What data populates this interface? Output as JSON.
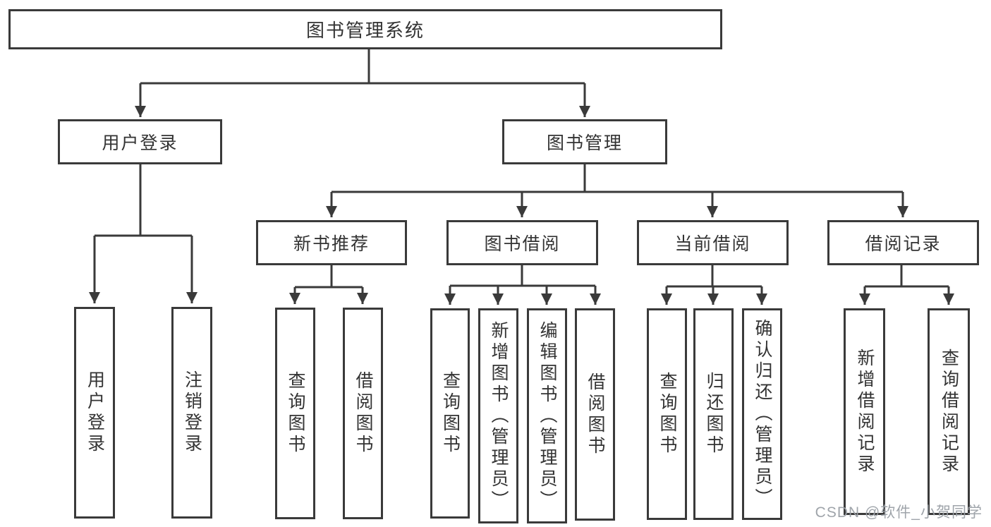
{
  "diagram": {
    "root": {
      "label": "图书管理系统"
    },
    "level2": [
      {
        "label": "用户登录"
      },
      {
        "label": "图书管理"
      }
    ],
    "level3": [
      {
        "label": "新书推荐"
      },
      {
        "label": "图书借阅"
      },
      {
        "label": "当前借阅"
      },
      {
        "label": "借阅记录"
      }
    ],
    "leaves": [
      {
        "label": "用户登录"
      },
      {
        "label": "注销登录"
      },
      {
        "label": "查询图书"
      },
      {
        "label": "借阅图书"
      },
      {
        "label": "查询图书"
      },
      {
        "label": "新增图书（管理员）"
      },
      {
        "label": "编辑图书（管理员）"
      },
      {
        "label": "借阅图书"
      },
      {
        "label": "查询图书"
      },
      {
        "label": "归还图书"
      },
      {
        "label": "确认归还（管理员）"
      },
      {
        "label": "新增借阅记录"
      },
      {
        "label": "查询借阅记录"
      }
    ]
  },
  "watermark": {
    "text": "CSDN @软件_小贺同学"
  },
  "colors": {
    "line": "#3a3a3a",
    "text": "#333333",
    "background": "#ffffff",
    "watermark": "#9aa0a6"
  }
}
